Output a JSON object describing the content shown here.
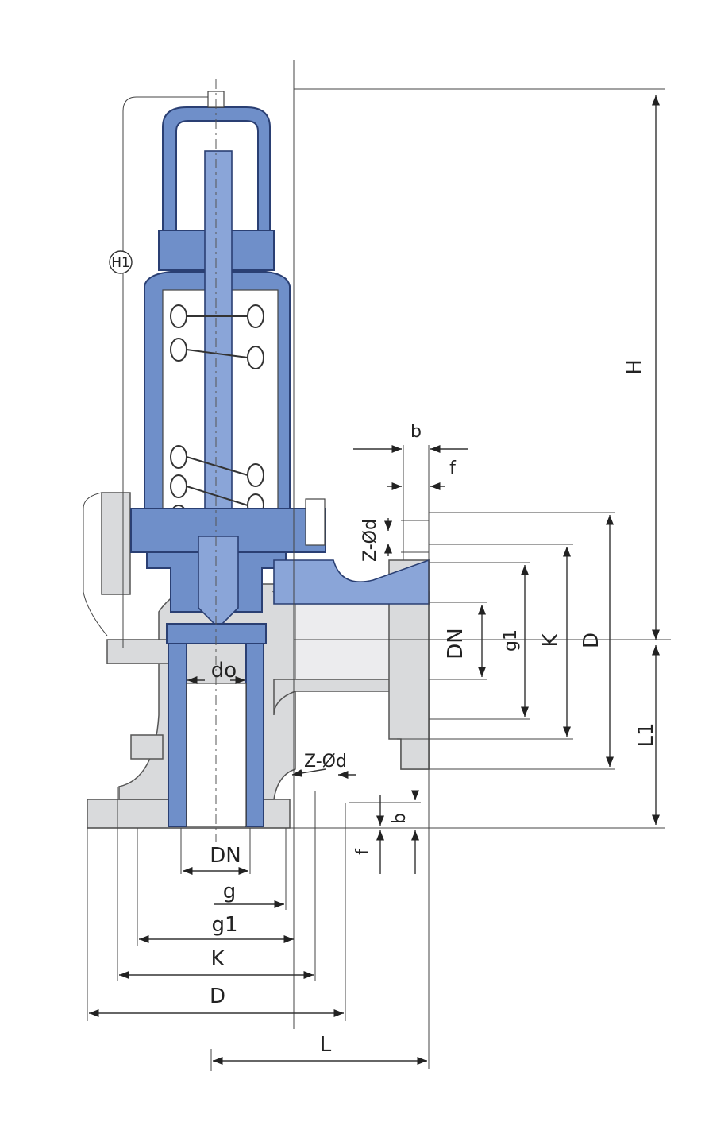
{
  "diagram": {
    "labels": {
      "H": "H",
      "L1": "L1",
      "b_top": "b",
      "f_top": "f",
      "z_d_top": "Z-Ød",
      "DN_side": "DN",
      "g1_side": "g1",
      "K_side": "K",
      "D_side": "D",
      "d0": "do",
      "z_d_bottom": "Z-Ød",
      "b_bottom": "b",
      "f_bottom": "f",
      "DN_bottom": "DN",
      "g_bottom": "g",
      "g1_bottom": "g1",
      "K_bottom": "K",
      "D_bottom": "D",
      "L_bottom": "L",
      "H1_circle": "H1"
    },
    "colors": {
      "valve_body": "#6f8fc9",
      "valve_outline": "#2a3f73",
      "flange_grey": "#d9dadc",
      "line": "#333333"
    }
  }
}
